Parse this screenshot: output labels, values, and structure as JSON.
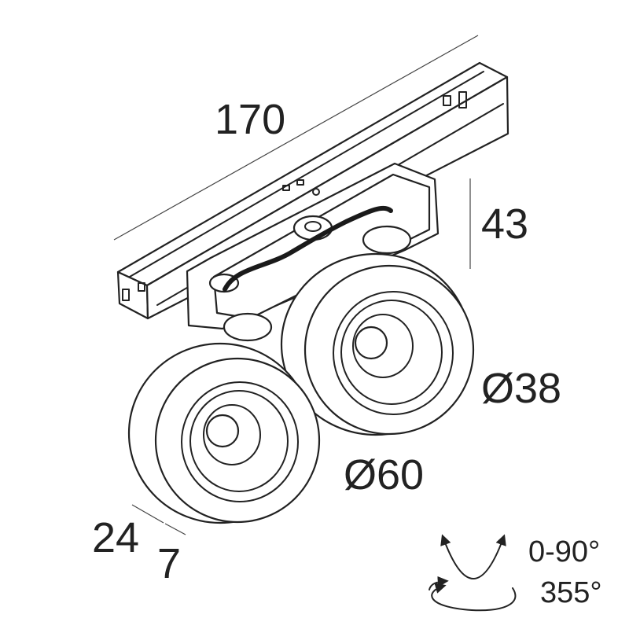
{
  "dimensions": {
    "length": "170",
    "height": "43",
    "head_diameter": "Ø60",
    "reflector_diameter": "Ø38",
    "offset_a": "24",
    "offset_b": "7"
  },
  "rotation": {
    "tilt": "0-90°",
    "pan": "355°"
  },
  "colors": {
    "line": "#222222",
    "cable": "#1a1a1a",
    "background": "#ffffff"
  }
}
